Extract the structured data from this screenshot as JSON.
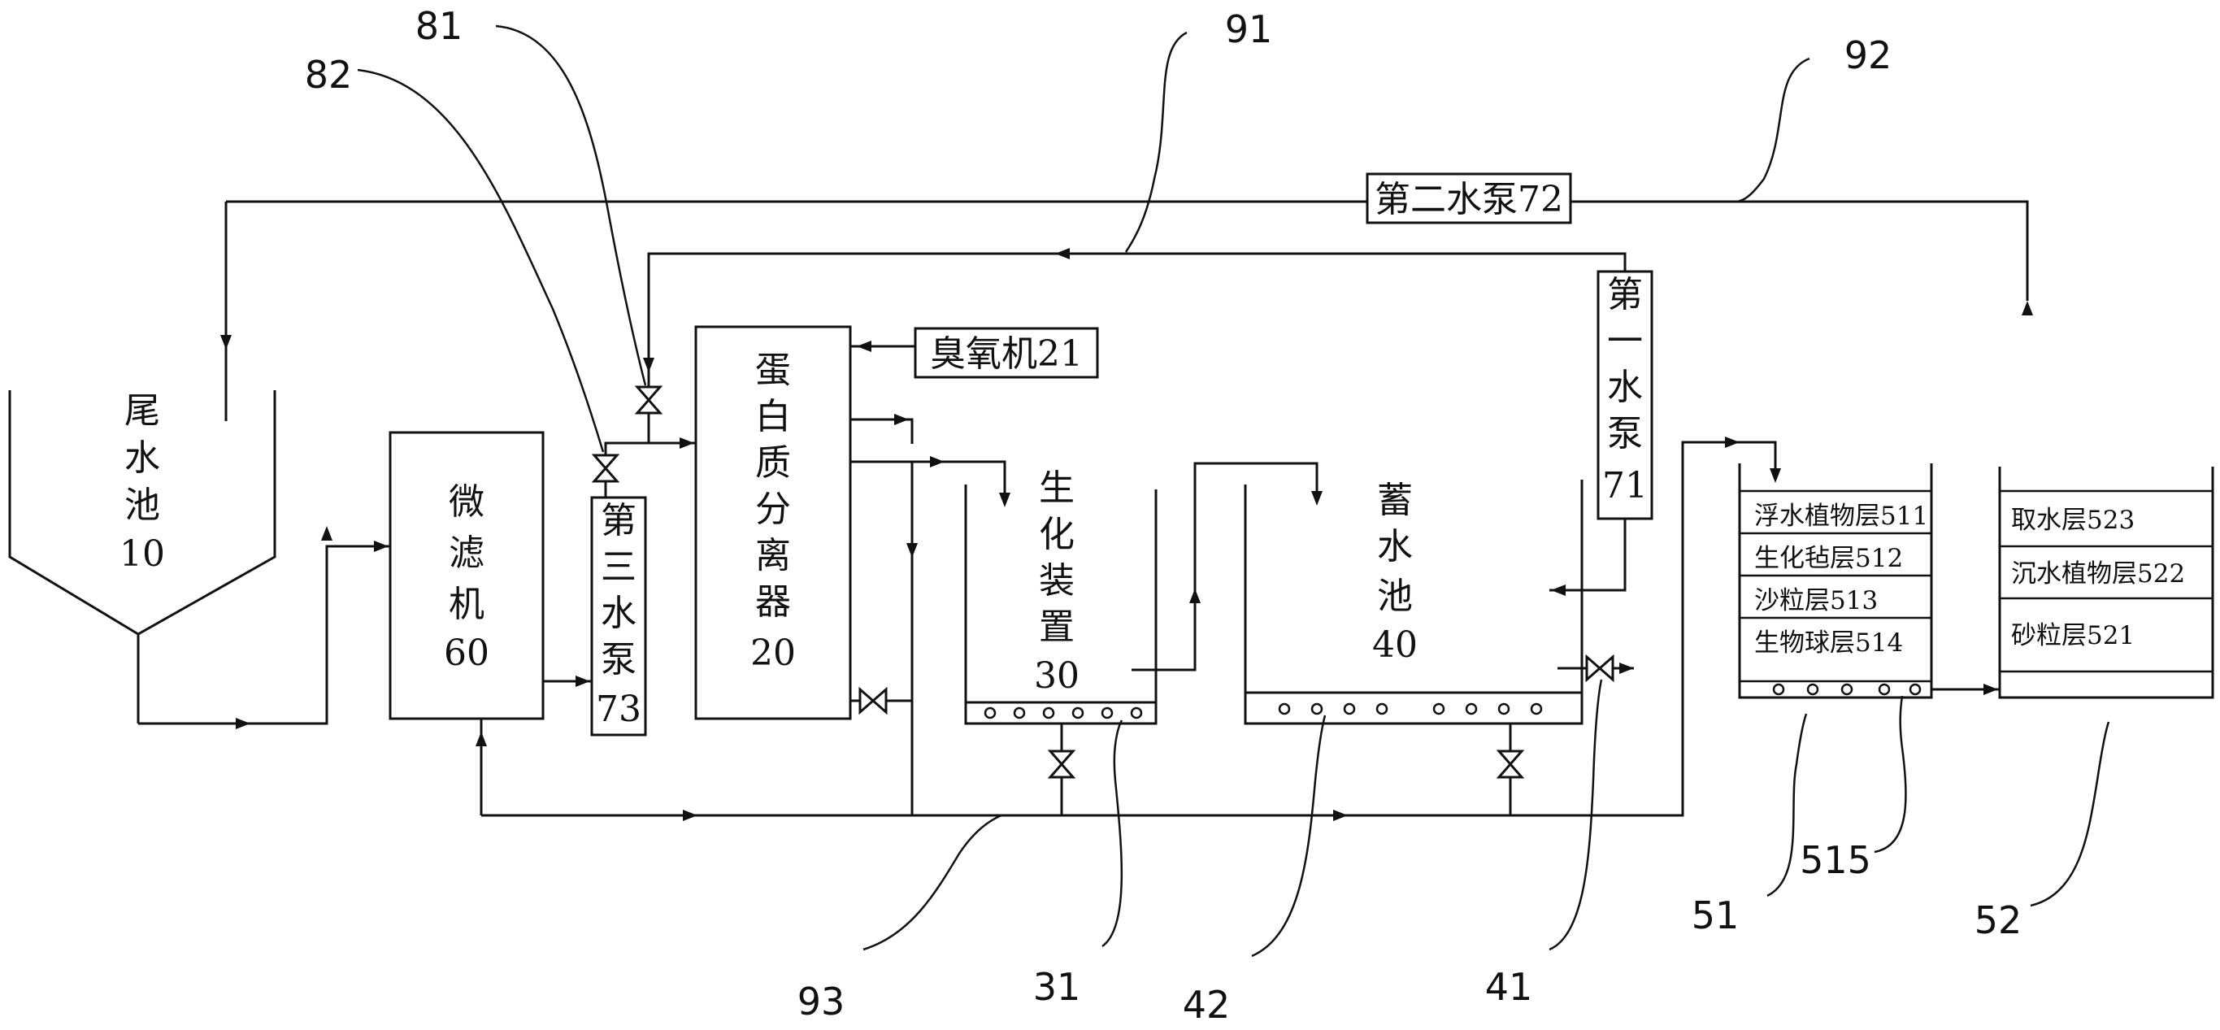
{
  "tail_pool": {
    "line1": "尾",
    "line2": "水",
    "line3": "池",
    "num": "10"
  },
  "microfilter": {
    "line1": "微",
    "line2": "滤",
    "line3": "机",
    "num": "60"
  },
  "pump3": {
    "line1": "第",
    "line2": "三",
    "line3": "水",
    "line4": "泵",
    "num": "73"
  },
  "protein_separator": {
    "line1": "蛋",
    "line2": "白",
    "line3": "质",
    "line4": "分",
    "line5": "离",
    "line6": "器",
    "num": "20"
  },
  "ozone": {
    "label": "臭氧机21"
  },
  "biochem": {
    "line1": "生",
    "line2": "化",
    "line3": "装",
    "line4": "置",
    "num": "30"
  },
  "storage_pool": {
    "line1": "蓄",
    "line2": "水",
    "line3": "池",
    "num": "40"
  },
  "pump1": {
    "line1": "第",
    "line2": "一",
    "line3": "水",
    "line4": "泵",
    "num": "71"
  },
  "pump2": {
    "label": "第二水泵72"
  },
  "tank51": {
    "layers": [
      "浮水植物层511",
      "生化毡层512",
      "沙粒层513",
      "生物球层514"
    ]
  },
  "tank52": {
    "layers": [
      "取水层523",
      "沉水植物层522",
      "砂粒层521"
    ]
  },
  "refs": {
    "r81": "81",
    "r82": "82",
    "r91": "91",
    "r92": "92",
    "r93": "93",
    "r31": "31",
    "r42": "42",
    "r41": "41",
    "r51": "51",
    "r515": "515",
    "r52": "52"
  }
}
